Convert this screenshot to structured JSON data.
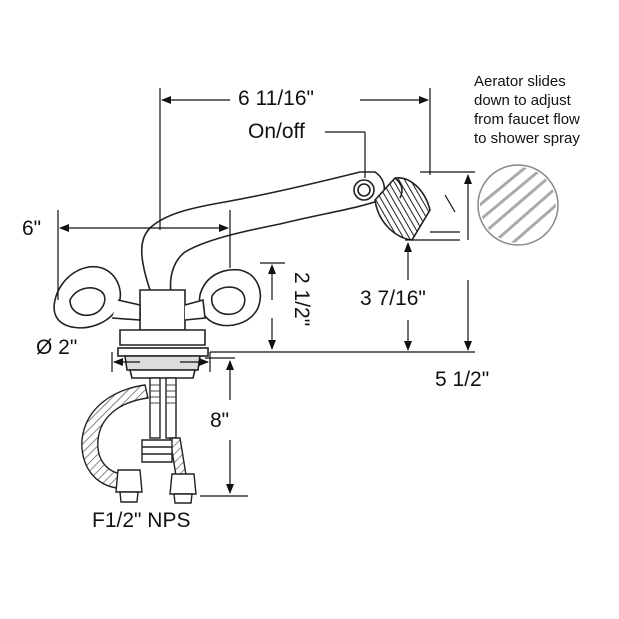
{
  "dimensions": {
    "width_top": "6 11/16\"",
    "on_off": "On/off",
    "spread": "6\"",
    "spout_height": "2 1/2\"",
    "aerator_height": "3 7/16\"",
    "total_height": "5 1/2\"",
    "base_diameter": "Ø 2\"",
    "shank_length": "8\"",
    "connection": "F1/2\" NPS"
  },
  "note": {
    "line1": "Aerator slides",
    "line2": "down to adjust",
    "line3": "from faucet flow",
    "line4": "to shower spray"
  }
}
